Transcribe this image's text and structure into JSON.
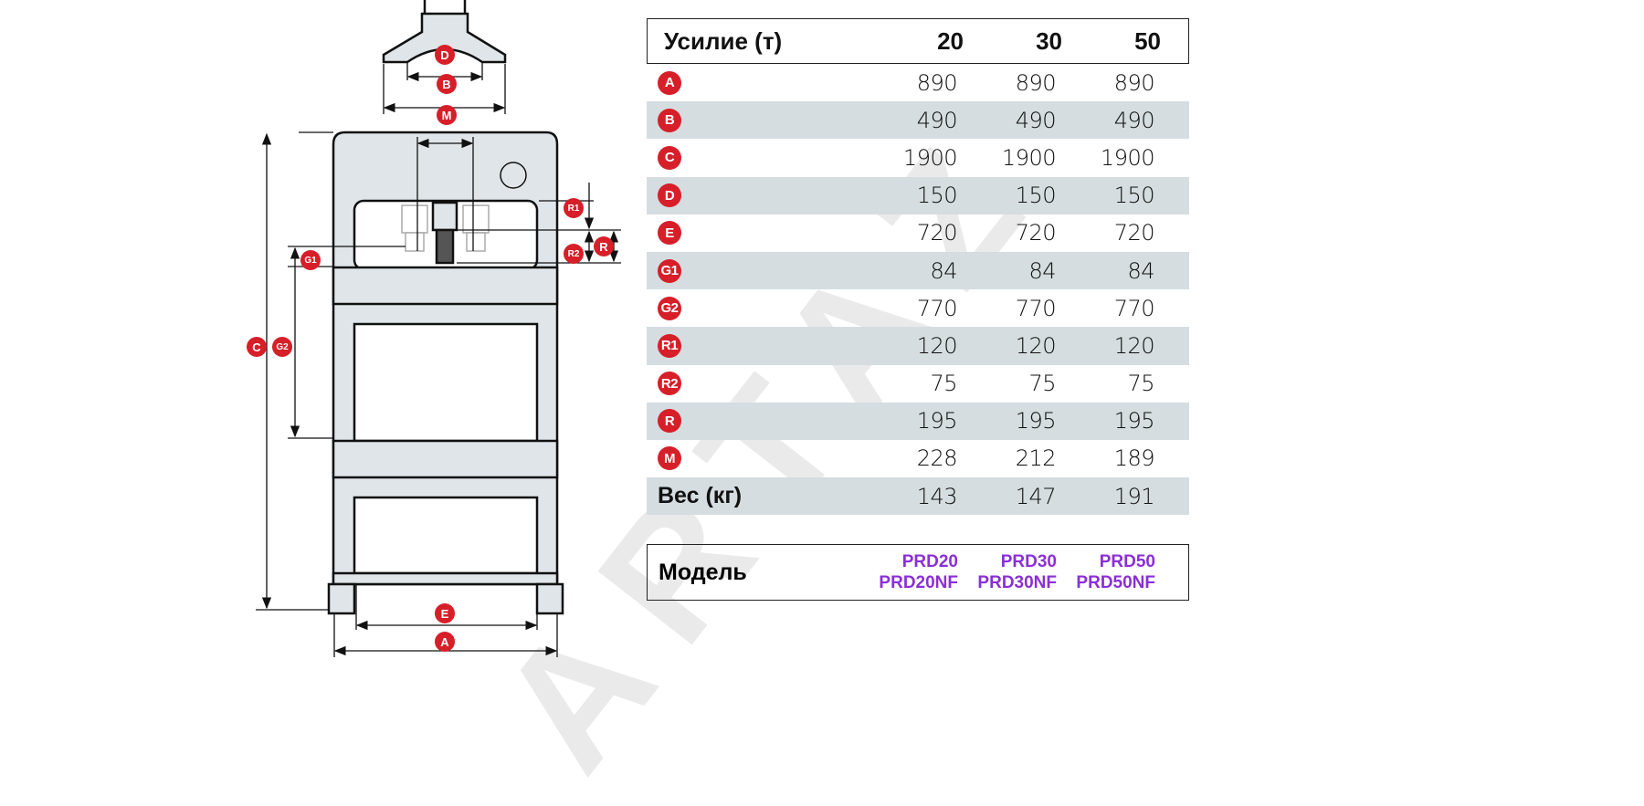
{
  "drawing_labels": {
    "A": "A",
    "B": "B",
    "C": "C",
    "D": "D",
    "E": "E",
    "G1": "G1",
    "G2": "G2",
    "R1": "R1",
    "R2": "R2",
    "R": "R",
    "M": "M"
  },
  "table": {
    "header": {
      "label": "Усилие (т)",
      "values": [
        "20",
        "30",
        "50"
      ]
    },
    "rows": [
      {
        "badge": "A",
        "values": [
          "890",
          "890",
          "890"
        ]
      },
      {
        "badge": "B",
        "values": [
          "490",
          "490",
          "490"
        ]
      },
      {
        "badge": "C",
        "values": [
          "1900",
          "1900",
          "1900"
        ]
      },
      {
        "badge": "D",
        "values": [
          "150",
          "150",
          "150"
        ]
      },
      {
        "badge": "E",
        "values": [
          "720",
          "720",
          "720"
        ]
      },
      {
        "badge": "G1",
        "values": [
          "84",
          "84",
          "84"
        ]
      },
      {
        "badge": "G2",
        "values": [
          "770",
          "770",
          "770"
        ]
      },
      {
        "badge": "R1",
        "values": [
          "120",
          "120",
          "120"
        ]
      },
      {
        "badge": "R2",
        "values": [
          "75",
          "75",
          "75"
        ]
      },
      {
        "badge": "R",
        "values": [
          "195",
          "195",
          "195"
        ]
      },
      {
        "badge": "M",
        "values": [
          "228",
          "212",
          "189"
        ]
      }
    ],
    "weight": {
      "label": "Вес (кг)",
      "values": [
        "143",
        "147",
        "191"
      ]
    },
    "model": {
      "label": "Модель",
      "values": [
        [
          "PRD20",
          "PRD20NF"
        ],
        [
          "PRD30",
          "PRD30NF"
        ],
        [
          "PRD50",
          "PRD50NF"
        ]
      ]
    }
  },
  "watermark": "ARTAZ",
  "colors": {
    "badge": "#d71f29",
    "model_text": "#8b2fd6",
    "row_shade": "#d5dde0",
    "frame_fill": "#dfe5e8"
  }
}
